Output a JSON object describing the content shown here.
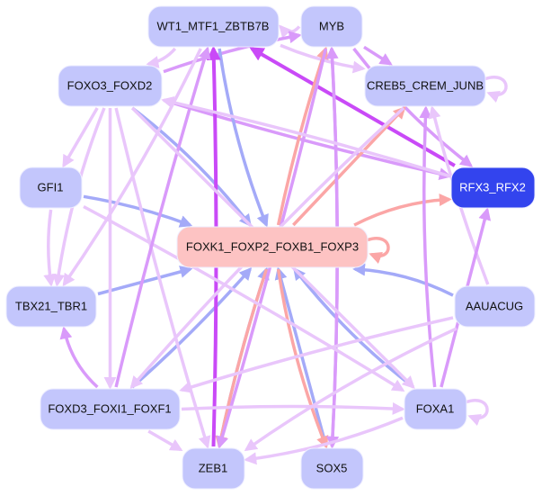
{
  "diagram": {
    "type": "directed-network",
    "colors": {
      "node_default": "#c3c6fc",
      "node_center": "#fdc3c3",
      "node_highlight": "#3344ee",
      "label_default": "#111111",
      "label_highlight": "#ffffff",
      "edge_light_pink_violet": "#e9c6fb",
      "edge_violet": "#d99afa",
      "edge_strong_violet": "#c94af7",
      "edge_blue": "#a4aaf8",
      "edge_salmon": "#fba6a6"
    },
    "nodes": [
      {
        "id": "WT1_MTF1_ZBTB7B",
        "label": "WT1_MTF1_ZBTB7B",
        "style": "default"
      },
      {
        "id": "MYB",
        "label": "MYB",
        "style": "default"
      },
      {
        "id": "FOXO3_FOXD2",
        "label": "FOXO3_FOXD2",
        "style": "default"
      },
      {
        "id": "CREB5_CREM_JUNB",
        "label": "CREB5_CREM_JUNB",
        "style": "default"
      },
      {
        "id": "GFI1",
        "label": "GFI1",
        "style": "default"
      },
      {
        "id": "RFX3_RFX2",
        "label": "RFX3_RFX2",
        "style": "highlight"
      },
      {
        "id": "FOXK1_FOXP2_FOXB1_FOXP3",
        "label": "FOXK1_FOXP2_FOXB1_FOXP3",
        "style": "center"
      },
      {
        "id": "TBX21_TBR1",
        "label": "TBX21_TBR1",
        "style": "default"
      },
      {
        "id": "AAUACUG",
        "label": "AAUACUG",
        "style": "default"
      },
      {
        "id": "FOXD3_FOXI1_FOXF1",
        "label": "FOXD3_FOXI1_FOXF1",
        "style": "default"
      },
      {
        "id": "FOXA1",
        "label": "FOXA1",
        "style": "default"
      },
      {
        "id": "ZEB1",
        "label": "ZEB1",
        "style": "default"
      },
      {
        "id": "SOX5",
        "label": "SOX5",
        "style": "default"
      }
    ],
    "edges": [
      {
        "from": "MYB",
        "to": "WT1_MTF1_ZBTB7B",
        "color": "edge_light_pink_violet"
      },
      {
        "from": "WT1_MTF1_ZBTB7B",
        "to": "FOXO3_FOXD2",
        "color": "edge_light_pink_violet"
      },
      {
        "from": "MYB",
        "to": "CREB5_CREM_JUNB",
        "color": "edge_violet"
      },
      {
        "from": "WT1_MTF1_ZBTB7B",
        "to": "CREB5_CREM_JUNB",
        "color": "edge_light_pink_violet"
      },
      {
        "from": "CREB5_CREM_JUNB",
        "to": "CREB5_CREM_JUNB",
        "color": "edge_light_pink_violet"
      },
      {
        "from": "FOXA1",
        "to": "FOXA1",
        "color": "edge_light_pink_violet"
      },
      {
        "from": "FOXO3_FOXD2",
        "to": "MYB",
        "color": "edge_violet"
      },
      {
        "from": "RFX3_RFX2",
        "to": "WT1_MTF1_ZBTB7B",
        "color": "edge_strong_violet"
      },
      {
        "from": "FOXO3_FOXD2",
        "to": "RFX3_RFX2",
        "color": "edge_violet"
      },
      {
        "from": "MYB",
        "to": "RFX3_RFX2",
        "color": "edge_violet"
      },
      {
        "from": "FOXK1_FOXP2_FOXB1_FOXP3",
        "to": "RFX3_RFX2",
        "color": "edge_salmon"
      },
      {
        "from": "FOXK1_FOXP2_FOXB1_FOXP3",
        "to": "MYB",
        "color": "edge_salmon"
      },
      {
        "from": "FOXK1_FOXP2_FOXB1_FOXP3",
        "to": "CREB5_CREM_JUNB",
        "color": "edge_salmon"
      },
      {
        "from": "FOXK1_FOXP2_FOXB1_FOXP3",
        "to": "FOXK1_FOXP2_FOXB1_FOXP3",
        "color": "edge_salmon"
      },
      {
        "from": "WT1_MTF1_ZBTB7B",
        "to": "FOXK1_FOXP2_FOXB1_FOXP3",
        "color": "edge_blue"
      },
      {
        "from": "FOXO3_FOXD2",
        "to": "FOXK1_FOXP2_FOXB1_FOXP3",
        "color": "edge_blue"
      },
      {
        "from": "GFI1",
        "to": "FOXK1_FOXP2_FOXB1_FOXP3",
        "color": "edge_blue"
      },
      {
        "from": "TBX21_TBR1",
        "to": "FOXK1_FOXP2_FOXB1_FOXP3",
        "color": "edge_blue"
      },
      {
        "from": "FOXD3_FOXI1_FOXF1",
        "to": "FOXK1_FOXP2_FOXB1_FOXP3",
        "color": "edge_blue"
      },
      {
        "from": "AAUACUG",
        "to": "FOXK1_FOXP2_FOXB1_FOXP3",
        "color": "edge_blue"
      },
      {
        "from": "FOXA1",
        "to": "FOXK1_FOXP2_FOXB1_FOXP3",
        "color": "edge_blue"
      },
      {
        "from": "ZEB1",
        "to": "FOXK1_FOXP2_FOXB1_FOXP3",
        "color": "edge_blue"
      },
      {
        "from": "SOX5",
        "to": "FOXK1_FOXP2_FOXB1_FOXP3",
        "color": "edge_blue"
      },
      {
        "from": "FOXK1_FOXP2_FOXB1_FOXP3",
        "to": "ZEB1",
        "color": "edge_salmon"
      },
      {
        "from": "FOXK1_FOXP2_FOXB1_FOXP3",
        "to": "SOX5",
        "color": "edge_salmon"
      },
      {
        "from": "FOXA1",
        "to": "CREB5_CREM_JUNB",
        "color": "edge_violet"
      },
      {
        "from": "AAUACUG",
        "to": "CREB5_CREM_JUNB",
        "color": "edge_light_pink_violet"
      },
      {
        "from": "FOXA1",
        "to": "RFX3_RFX2",
        "color": "edge_violet"
      },
      {
        "from": "ZEB1",
        "to": "WT1_MTF1_ZBTB7B",
        "color": "edge_strong_violet"
      },
      {
        "from": "SOX5",
        "to": "MYB",
        "color": "edge_violet"
      },
      {
        "from": "MYB",
        "to": "SOX5",
        "color": "edge_violet"
      },
      {
        "from": "MYB",
        "to": "ZEB1",
        "color": "edge_violet"
      },
      {
        "from": "FOXO3_FOXD2",
        "to": "GFI1",
        "color": "edge_light_pink_violet"
      },
      {
        "from": "GFI1",
        "to": "TBX21_TBR1",
        "color": "edge_light_pink_violet"
      },
      {
        "from": "FOXO3_FOXD2",
        "to": "TBX21_TBR1",
        "color": "edge_light_pink_violet"
      },
      {
        "from": "FOXD3_FOXI1_FOXF1",
        "to": "TBX21_TBR1",
        "color": "edge_violet"
      },
      {
        "from": "FOXD3_FOXI1_FOXF1",
        "to": "FOXA1",
        "color": "edge_light_pink_violet"
      },
      {
        "from": "FOXD3_FOXI1_FOXF1",
        "to": "ZEB1",
        "color": "edge_light_pink_violet"
      },
      {
        "from": "AAUACUG",
        "to": "FOXD3_FOXI1_FOXF1",
        "color": "edge_light_pink_violet"
      },
      {
        "from": "AAUACUG",
        "to": "ZEB1",
        "color": "edge_light_pink_violet"
      },
      {
        "from": "FOXA1",
        "to": "ZEB1",
        "color": "edge_light_pink_violet"
      },
      {
        "from": "GFI1",
        "to": "FOXA1",
        "color": "edge_light_pink_violet"
      },
      {
        "from": "FOXO3_FOXD2",
        "to": "FOXD3_FOXI1_FOXF1",
        "color": "edge_light_pink_violet"
      },
      {
        "from": "FOXO3_FOXD2",
        "to": "ZEB1",
        "color": "edge_light_pink_violet"
      },
      {
        "from": "CREB5_CREM_JUNB",
        "to": "FOXD3_FOXI1_FOXF1",
        "color": "edge_light_pink_violet"
      },
      {
        "from": "WT1_MTF1_ZBTB7B",
        "to": "TBX21_TBR1",
        "color": "edge_light_pink_violet"
      },
      {
        "from": "FOXD3_FOXI1_FOXF1",
        "to": "WT1_MTF1_ZBTB7B",
        "color": "edge_violet"
      },
      {
        "from": "FOXO3_FOXD2",
        "to": "FOXA1",
        "color": "edge_light_pink_violet"
      },
      {
        "from": "RFX3_RFX2",
        "to": "FOXO3_FOXD2",
        "color": "edge_light_pink_violet"
      }
    ]
  }
}
